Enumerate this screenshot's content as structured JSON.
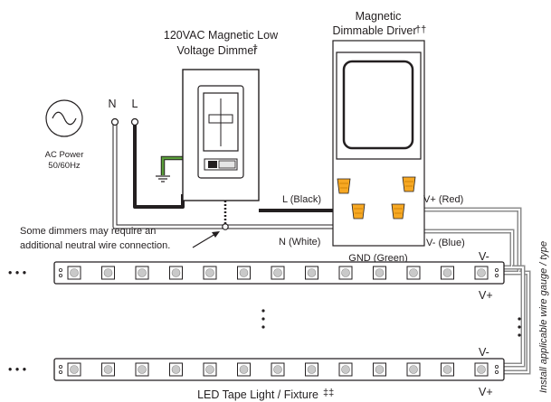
{
  "ac_power": {
    "line1": "AC Power",
    "line2": "50/60Hz"
  },
  "terminals": {
    "neutral": "N",
    "line": "L"
  },
  "dimmer": {
    "line1": "120VAC Magnetic Low",
    "line2": "Voltage Dimmer",
    "mark": "†"
  },
  "driver": {
    "line1": "Magnetic",
    "line2": "Dimmable Driver",
    "mark": "††"
  },
  "wires": {
    "line_black": "L (Black)",
    "neutral_white": "N (White)",
    "ground_green": "GND (Green)",
    "vplus_red": "V+ (Red)",
    "vminus_blue": "V- (Blue)"
  },
  "note": {
    "line1": "Some dimmers may require an",
    "line2": "additional neutral wire connection."
  },
  "strip": {
    "label": "LED Tape Light / Fixture",
    "mark": "‡‡",
    "vminus": "V-",
    "vplus": "V+",
    "ellipsis": "• • •"
  },
  "side_note": "Install applicable wire gauge / type",
  "colors": {
    "black_wire": "#231f20",
    "white_wire": "#ffffff",
    "green_wire": "#5a9e3a",
    "red_wire": "#d22027",
    "blue_wire": "#2b59a8",
    "gray_wire": "#8c8c8c",
    "wire_nut": "#f7a823",
    "led_chip": "#c9c9c9"
  }
}
